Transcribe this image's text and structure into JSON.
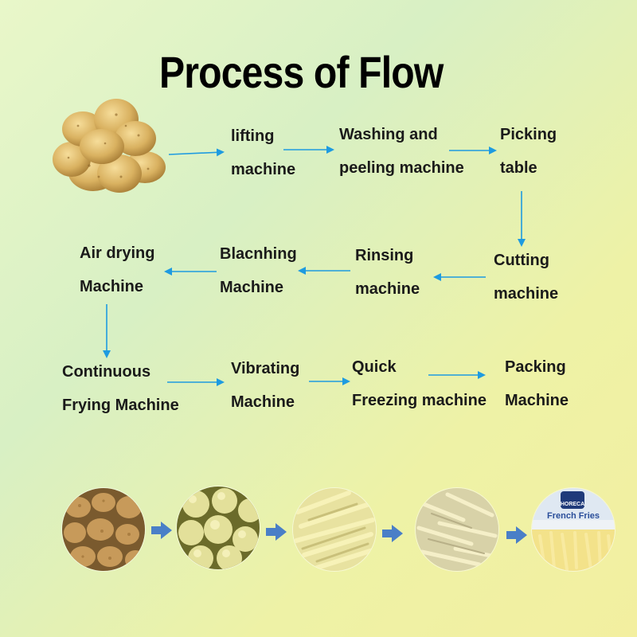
{
  "title": "Process of Flow",
  "steps": {
    "lifting": [
      "lifting",
      "machine"
    ],
    "washing": [
      "Washing and",
      "peeling machine"
    ],
    "picking": [
      "Picking",
      "table"
    ],
    "cutting": [
      "Cutting",
      "machine"
    ],
    "rinsing": [
      "Rinsing",
      "machine"
    ],
    "blanching": [
      "Blacnhing",
      "Machine"
    ],
    "air_drying": [
      "Air drying",
      "Machine"
    ],
    "frying": [
      "Continuous",
      "Frying Machine"
    ],
    "vibrating": [
      "Vibrating",
      "Machine"
    ],
    "freezing": [
      "Quick",
      "Freezing machine"
    ],
    "packing": [
      "Packing",
      "Machine"
    ]
  },
  "package_label": {
    "brand": "HORECA",
    "product": "French Fries"
  },
  "colors": {
    "arrow": "#1e9be0",
    "photo_arrow": "#4a7fc7",
    "title": "#000000"
  }
}
